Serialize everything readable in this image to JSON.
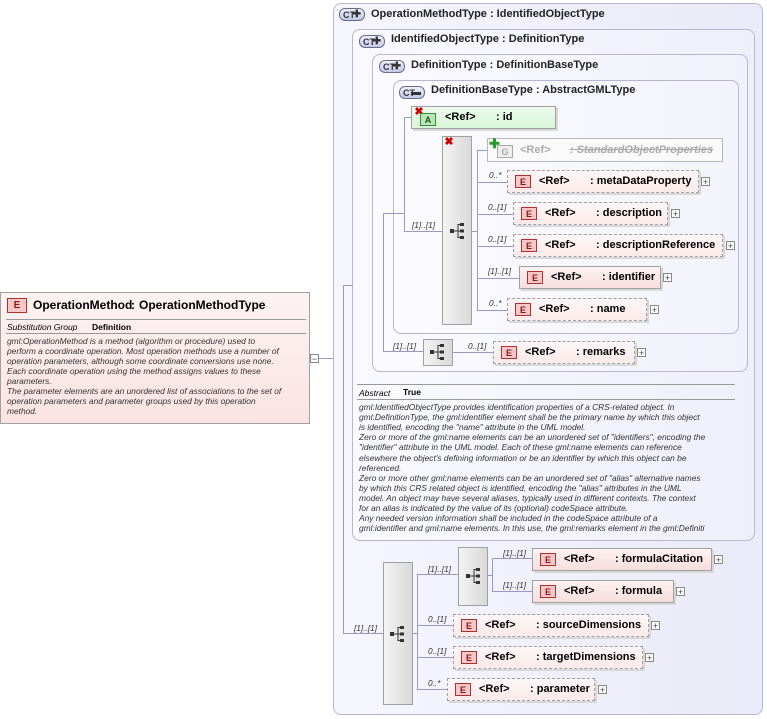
{
  "root": {
    "badge": "E",
    "name": "OperationMethod",
    "sep": ":",
    "type": "OperationMethodType",
    "subst_label": "Substitution Group",
    "subst_value": "Definition",
    "doc": [
      "gml:OperationMethod is a method (algorithm or procedure) used to",
      "perform a coordinate operation. Most operation methods use a number of",
      "operation parameters, although some coordinate conversions use none.",
      "Each coordinate operation using the method assigns values to these",
      "parameters.",
      "The parameter elements are an unordered list of associations to the set of",
      "operation parameters and parameter groups used by this operation",
      "method."
    ],
    "collapse": "−"
  },
  "complex_types": [
    {
      "badge": "CT",
      "title": "OperationMethodType : IdentifiedObjectType"
    },
    {
      "badge": "CT",
      "title": "IdentifiedObjectType : DefinitionType"
    },
    {
      "badge": "CT",
      "title": "DefinitionType : DefinitionBaseType"
    },
    {
      "badge": "CT",
      "title": "DefinitionBaseType : AbstractGMLType"
    }
  ],
  "attribute": {
    "badge": "A",
    "ref": "<Ref>",
    "name": ": id"
  },
  "group": {
    "badge": "G",
    "ref": "<Ref>",
    "name": ": StandardObjectProperties"
  },
  "choice_card": "[1]..[1]",
  "def_base_elements": [
    {
      "card": "0..*",
      "ref": "<Ref>",
      "name": ": metaDataProperty"
    },
    {
      "card": "0..[1]",
      "ref": "<Ref>",
      "name": ": description"
    },
    {
      "card": "0..[1]",
      "ref": "<Ref>",
      "name": ": descriptionReference"
    },
    {
      "card": "[1]..[1]",
      "ref": "<Ref>",
      "name": ": identifier"
    },
    {
      "card": "0..*",
      "ref": "<Ref>",
      "name": ": name"
    }
  ],
  "remarks": {
    "seq_card": "[1]..[1]",
    "card": "0..[1]",
    "ref": "<Ref>",
    "name": ": remarks"
  },
  "abstract": {
    "label": "Abstract",
    "value": "True",
    "doc": [
      "gml:IdentifiedObjectType provides identification properties of a CRS-related object. In",
      "gml:DefinitionType, the gml:identifier element shall be the primary name by which this object",
      "is identified, encoding the \"name\" attribute in the UML model.",
      "Zero or more of the gml:name elements can be an unordered set of \"identifiers\", encoding the",
      "\"identifier\" attribute in the UML model. Each of these gml:name elements can reference",
      "elsewhere the object's defining information or be an identifier by which this object can be",
      "referenced.",
      "Zero or more other gml:name elements can be an unordered set of \"alias\" alternative names",
      "by which this CRS related object is identified, encoding the \"alias\" attributes in the UML",
      "model. An object may have several aliases, typically used in different contexts. The context",
      "for an alias is indicated by the value of its (optional) codeSpace attribute.",
      "Any needed version information shall be included in the codeSpace attribute of a",
      "gml:identifier and gml:name elements. In this use, the gml:remarks element in the gml:Definiti"
    ]
  },
  "op_seq_card": "[1]..[1]",
  "formula_choice_card": "[1]..[1]",
  "formula_elements": [
    {
      "card": "[1]..[1]",
      "ref": "<Ref>",
      "name": ": formulaCitation"
    },
    {
      "card": "[1]..[1]",
      "ref": "<Ref>",
      "name": ": formula"
    }
  ],
  "op_elements": [
    {
      "card": "0..[1]",
      "ref": "<Ref>",
      "name": ": sourceDimensions"
    },
    {
      "card": "0..[1]",
      "ref": "<Ref>",
      "name": ": targetDimensions"
    },
    {
      "card": "0..*",
      "ref": "<Ref>",
      "name": ": parameter"
    }
  ],
  "el_badge": "E",
  "plus": "+",
  "colors": {
    "ct_border": "#b7b7cf",
    "element_fill": "#f7dede",
    "element_badge": "#b03030",
    "attribute_fill": "#d9f5d9",
    "connector": "#9a9ac0"
  }
}
